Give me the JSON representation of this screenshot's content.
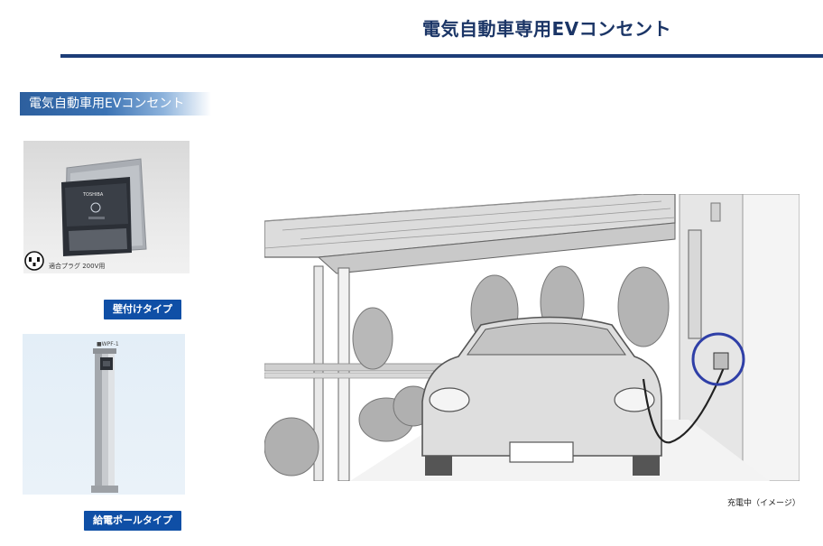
{
  "header": {
    "title": "電気自動車専用EVコンセント"
  },
  "section": {
    "label": "電気自動車用EVコンセント"
  },
  "products": [
    {
      "type_label": "壁付けタイプ",
      "brand": "TOSHIBA",
      "caption": "適合プラグ 200V用",
      "icon": "plug-outlet-icon"
    },
    {
      "type_label": "給電ポールタイプ",
      "model": "■WPF-1",
      "icon": "power-pole-icon"
    }
  ],
  "illustration": {
    "caption": "充電中（イメージ）",
    "highlight_color": "#2f3fa7"
  },
  "colors": {
    "accent": "#1c3d78",
    "badge": "#0f4fa6"
  }
}
